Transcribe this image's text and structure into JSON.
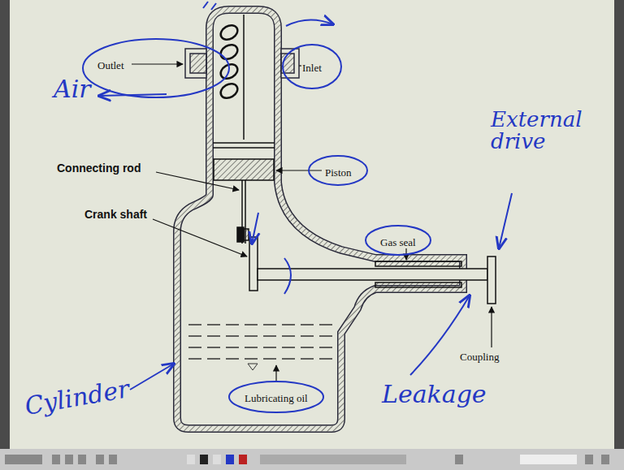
{
  "diagram": {
    "labels": [
      "Outlet",
      "Inlet",
      "Air",
      "Piston",
      "Connecting rod",
      "Crank shaft",
      "Gas seal",
      "External drive",
      "Coupling",
      "Cylinder",
      "Lubricating oil",
      "Leakage"
    ]
  }
}
